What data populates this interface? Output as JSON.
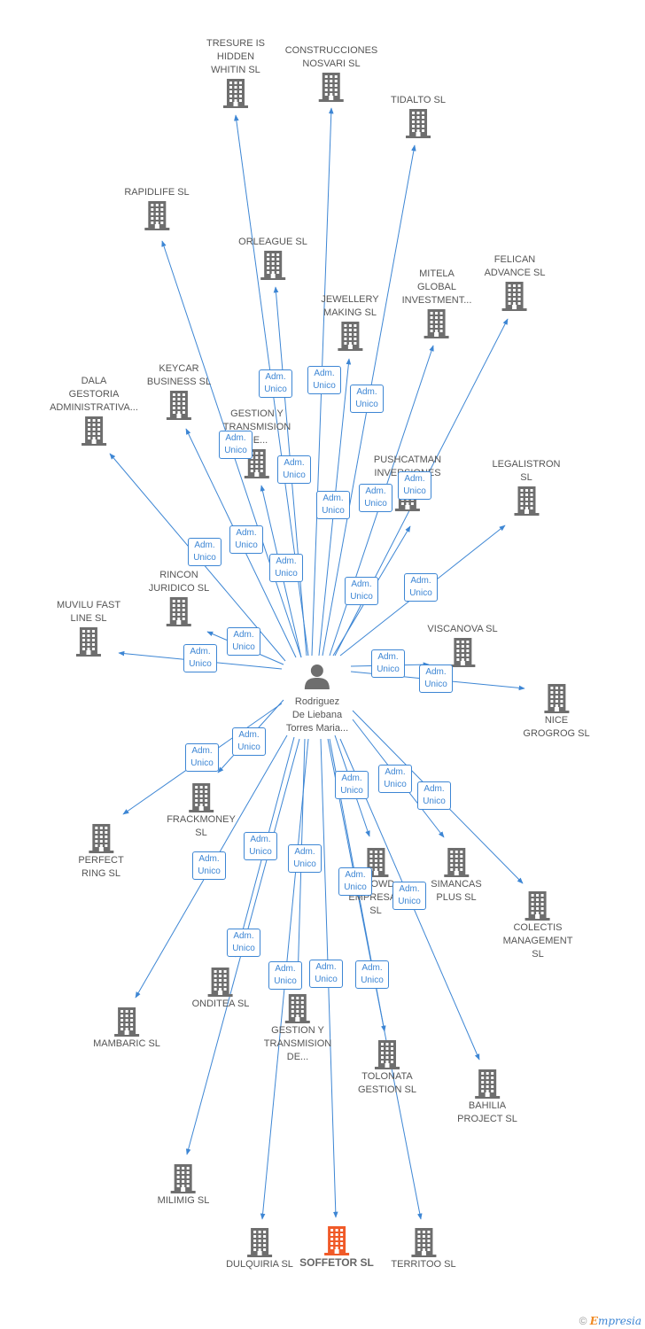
{
  "center": {
    "name": "Rodriguez\nDe Liebana\nTorres Maria...",
    "icon": "person-icon"
  },
  "role": {
    "line1": "Adm.",
    "line2": "Unico"
  },
  "colors": {
    "edge": "#3d86d4",
    "building": "#6e6e6e",
    "highlight": "#f05a28",
    "text": "#555555"
  },
  "companies": [
    {
      "id": "tresure",
      "label": "TRESURE IS\nHIDDEN\nWHITIN  SL"
    },
    {
      "id": "construcciones",
      "label": "CONSTRUCCIONES\nNOSVARI SL"
    },
    {
      "id": "tidalto",
      "label": "TIDALTO  SL"
    },
    {
      "id": "rapidlife",
      "label": "RAPIDLIFE  SL"
    },
    {
      "id": "orleague",
      "label": "ORLEAGUE  SL"
    },
    {
      "id": "mitela",
      "label": "MITELA\nGLOBAL\nINVESTMENT..."
    },
    {
      "id": "felican",
      "label": "FELICAN\nADVANCE  SL"
    },
    {
      "id": "jewellery",
      "label": "JEWELLERY\nMAKING  SL"
    },
    {
      "id": "keycar",
      "label": "KEYCAR\nBUSINESS  SL"
    },
    {
      "id": "dala",
      "label": "DALA\nGESTORIA\nADMINISTRATIVA..."
    },
    {
      "id": "gestion1",
      "label": "GESTION Y\nTRANSMISION\nDE..."
    },
    {
      "id": "pushcatman",
      "label": "PUSHCATMAN\nINVERSIONES"
    },
    {
      "id": "legalistron",
      "label": "LEGALISTRON\nSL"
    },
    {
      "id": "rincon",
      "label": "RINCON\nJURIDICO SL"
    },
    {
      "id": "muvilu",
      "label": "MUVILU FAST\nLINE  SL"
    },
    {
      "id": "viscanova",
      "label": "VISCANOVA  SL"
    },
    {
      "id": "nice",
      "label": "NICE\nGROGROG  SL"
    },
    {
      "id": "frackmoney",
      "label": "FRACKMONEY\nSL"
    },
    {
      "id": "perfect",
      "label": "PERFECT\nRING  SL"
    },
    {
      "id": "crowd",
      "label": "CROWD\nEMPRESAS\nSL"
    },
    {
      "id": "simancas",
      "label": "SIMANCAS\nPLUS  SL"
    },
    {
      "id": "colectis",
      "label": "COLECTIS\nMANAGEMENT\nSL"
    },
    {
      "id": "onditea",
      "label": "ONDITEA  SL"
    },
    {
      "id": "mambaric",
      "label": "MAMBARIC  SL"
    },
    {
      "id": "gestion2",
      "label": "GESTION Y\nTRANSMISION\nDE..."
    },
    {
      "id": "tolonata",
      "label": "TOLONATA\nGESTION  SL"
    },
    {
      "id": "bahilia",
      "label": "BAHILIA\nPROJECT  SL"
    },
    {
      "id": "milimig",
      "label": "MILIMIG  SL"
    },
    {
      "id": "dulquiria",
      "label": "DULQUIRIA  SL"
    },
    {
      "id": "soffetor",
      "label": "SOFFETOR  SL",
      "highlight": true
    },
    {
      "id": "territoo",
      "label": "TERRITOO  SL"
    }
  ],
  "footer": {
    "copyright": "©",
    "brand_first": "E",
    "brand_rest": "mpresia"
  }
}
